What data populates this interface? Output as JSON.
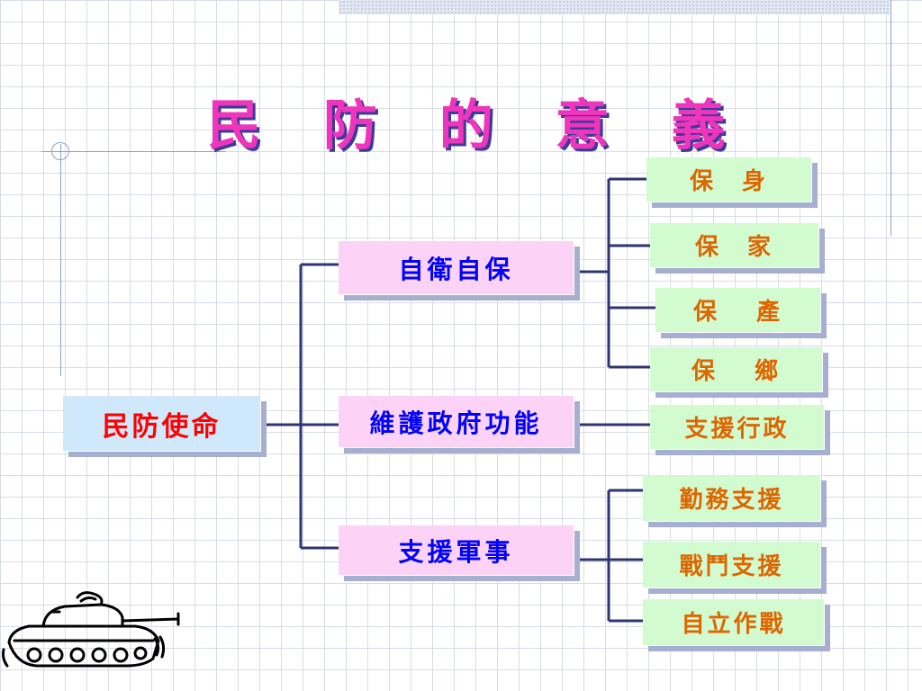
{
  "title": "民 防 的 意 義",
  "root": {
    "label": "民防使命"
  },
  "branches": [
    {
      "label": "自衛自保",
      "children": [
        "保　身",
        "保　家",
        "保　 產",
        "保　 鄉"
      ]
    },
    {
      "label": "維護政府功能",
      "children": [
        "支援行政"
      ]
    },
    {
      "label": "支援軍事",
      "children": [
        "勤務支援",
        "戰鬥支援",
        "自立作戰"
      ]
    }
  ],
  "colors": {
    "title": "#ee35bb",
    "root_text": "#ff0000",
    "branch_text": "#0000ff",
    "leaf_text": "#dd6600",
    "connector": "#2f3572"
  },
  "icons": [
    "tank-icon"
  ]
}
